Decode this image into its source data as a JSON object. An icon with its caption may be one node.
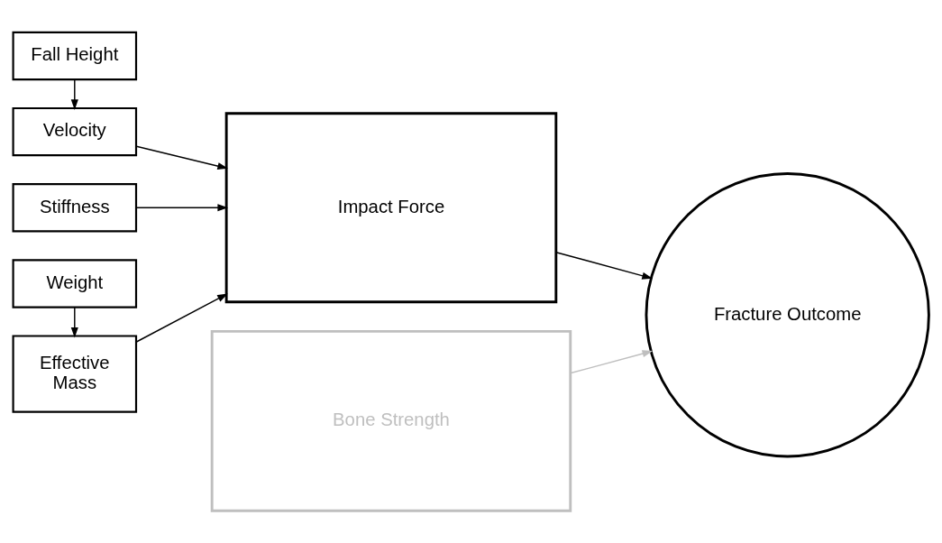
{
  "diagram": {
    "nodes": [
      {
        "text": [
          "Fall Height"
        ]
      },
      {
        "text": [
          "Velocity"
        ]
      },
      {
        "text": [
          "Stiffness"
        ]
      },
      {
        "text": [
          "Effective Mass"
        ]
      },
      {
        "text": [
          "Weight"
        ]
      },
      {
        "text": [
          "Impact Force"
        ]
      },
      {
        "text": [
          "Bone Strength"
        ]
      },
      {
        "text": [
          "Fracture Outcome"
        ]
      }
    ],
    "edges": [
      {
        "from": 0,
        "to": 1,
        "arrow": "to"
      },
      {
        "from": 1,
        "to": 5,
        "arrow": "to"
      },
      {
        "from": 2,
        "to": 5,
        "arrow": "to"
      },
      {
        "from": 3,
        "to": 5,
        "arrow": "to"
      },
      {
        "from": 4,
        "to": 3,
        "arrow": "to"
      },
      {
        "from": 5,
        "to": 7,
        "arrow": "to"
      },
      {
        "from": 6,
        "to": 7,
        "arrow": "to",
        "color": "#bfbfbf"
      }
    ]
  }
}
